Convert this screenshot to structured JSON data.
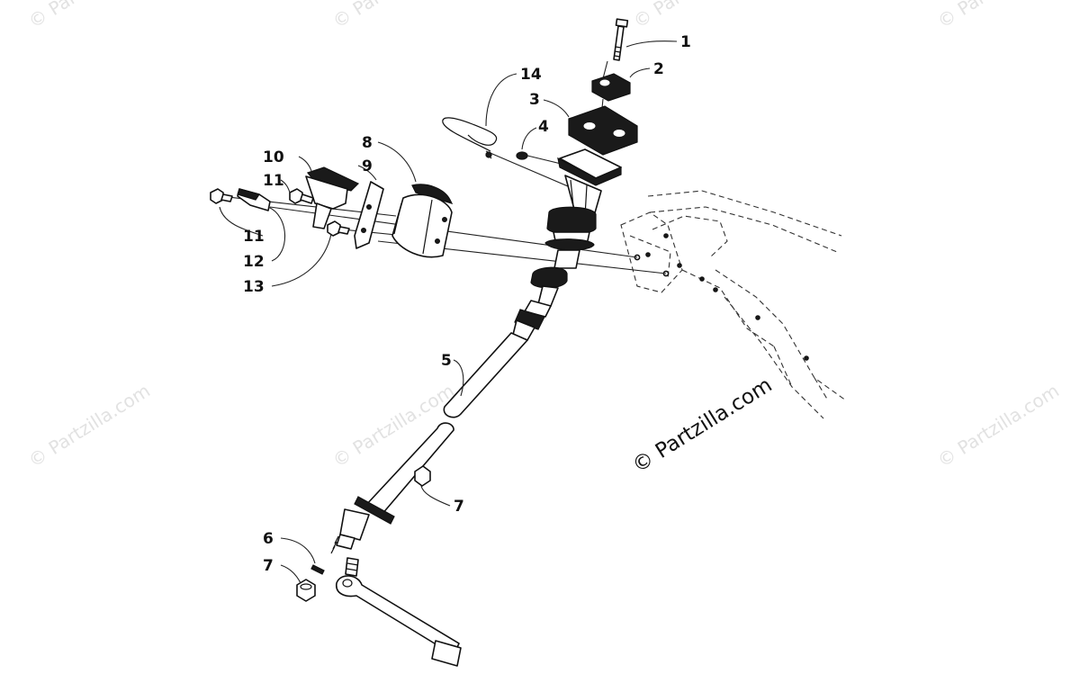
{
  "watermark": {
    "faint_text": "© Partzilla.com",
    "main_text": "© Partzilla.com"
  },
  "callouts": [
    {
      "id": "c1",
      "label": "1"
    },
    {
      "id": "c2",
      "label": "2"
    },
    {
      "id": "c3",
      "label": "3"
    },
    {
      "id": "c4",
      "label": "4"
    },
    {
      "id": "c5",
      "label": "5"
    },
    {
      "id": "c6",
      "label": "6"
    },
    {
      "id": "c7a",
      "label": "7"
    },
    {
      "id": "c7b",
      "label": "7"
    },
    {
      "id": "c8",
      "label": "8"
    },
    {
      "id": "c9",
      "label": "9"
    },
    {
      "id": "c10",
      "label": "10"
    },
    {
      "id": "c11a",
      "label": "11"
    },
    {
      "id": "c11b",
      "label": "11"
    },
    {
      "id": "c12",
      "label": "12"
    },
    {
      "id": "c13",
      "label": "13"
    },
    {
      "id": "c14",
      "label": "14"
    }
  ],
  "colors": {
    "line": "#111111",
    "watermark_faint": "#e2e2e2",
    "background": "#ffffff"
  }
}
